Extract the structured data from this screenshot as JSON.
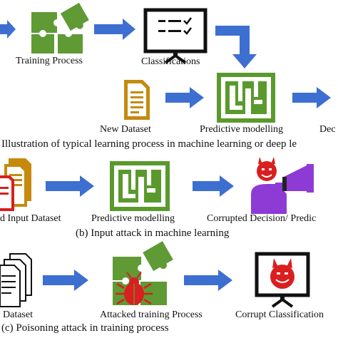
{
  "sections": {
    "a": {
      "nodes": {
        "training": "Training Process",
        "classifications": "Classifications",
        "new_dataset": "New Dataset",
        "predictive": "Predictive modelling",
        "decision_partial": "Dec"
      },
      "caption": "Illustration of typical learning process in machine learning or deep le"
    },
    "b": {
      "nodes": {
        "input_dataset": "d Input Dataset",
        "predictive": "Predictive modelling",
        "corrupted_decision": "Corrupted Decision/ Predic"
      },
      "caption": "(b) Input attack in machine learning"
    },
    "c": {
      "nodes": {
        "dataset": "Dataset",
        "attacked_training": "Attacked training Process",
        "corrupt_classification": "Corrupt Classification"
      },
      "caption": "(c) Poisoning attack in training process"
    }
  },
  "colors": {
    "arrow_blue": "#3d6fd1",
    "puzzle_green": "#5f9a35",
    "maze_green": "#5a9a2d",
    "document_gold": "#c58a0e",
    "attacker_purple": "#8e3bd6",
    "devil_red": "#d91f1f",
    "black": "#111111"
  },
  "icons": [
    "puzzle-icon",
    "classification-board-icon",
    "document-icon",
    "maze-icon",
    "attacker-megaphone-icon",
    "bug-icon",
    "devil-board-icon"
  ]
}
